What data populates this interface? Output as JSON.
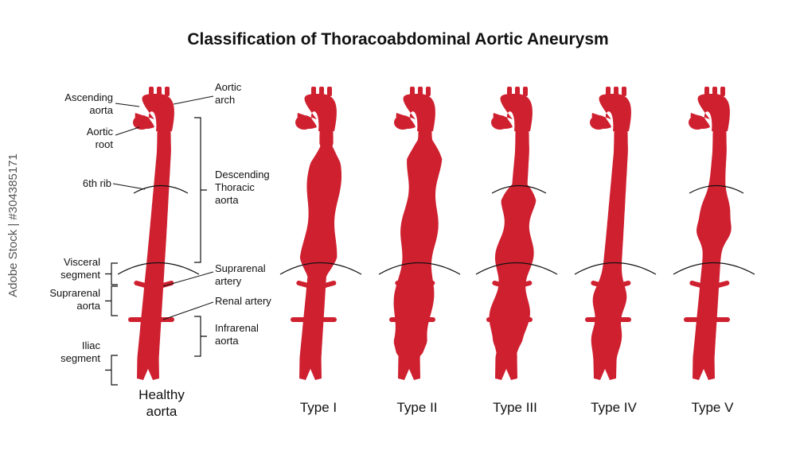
{
  "title": "Classification of Thoracoabdominal Aortic Aneurysm",
  "colors": {
    "aorta": "#cf2030",
    "line": "#111111"
  },
  "left_labels": {
    "ascending": "Ascending\naorta",
    "root": "Aortic\nroot",
    "rib": "6th rib",
    "visceral": "Visceral\nsegment",
    "suprarenal_aorta": "Suprarenal\naorta",
    "iliac": "Iliac\nsegment"
  },
  "right_labels": {
    "arch": "Aortic\narch",
    "descending": "Descending\nThoracic\naorta",
    "suprarenal_artery": "Suprarenal\nartery",
    "renal": "Renal artery",
    "infrarenal": "Infrarenal\naorta"
  },
  "healthy_label": "Healthy\naorta",
  "types": [
    {
      "label": "Type I"
    },
    {
      "label": "Type II"
    },
    {
      "label": "Type III"
    },
    {
      "label": "Type IV"
    },
    {
      "label": "Type V"
    }
  ],
  "watermark": "Adobe Stock | #304385171"
}
